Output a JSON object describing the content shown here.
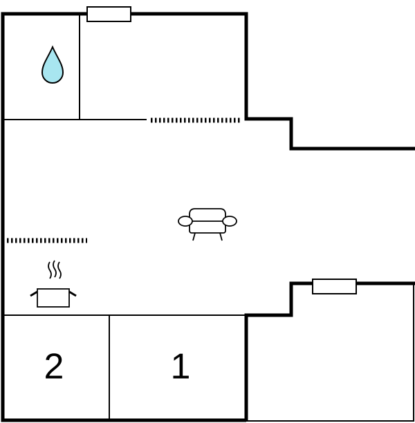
{
  "floorplan": {
    "rooms": [
      {
        "id": "bedroom-1",
        "label": "1"
      },
      {
        "id": "bedroom-2",
        "label": "2"
      }
    ],
    "icons": {
      "bathroom": "water-drop-icon",
      "living": "sofa-icon",
      "kitchen": "cooking-pot-icon"
    },
    "colors": {
      "walls": "#000000",
      "water_drop": "#a8e6f0",
      "background": "#ffffff"
    }
  }
}
